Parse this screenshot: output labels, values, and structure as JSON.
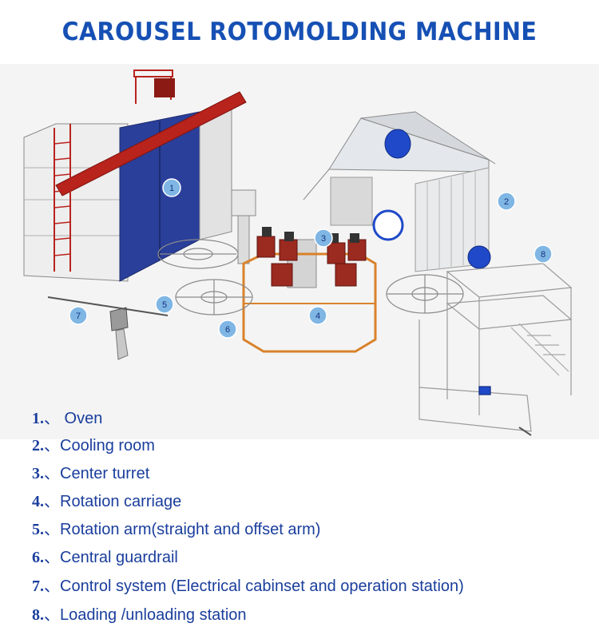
{
  "title": "CAROUSEL  ROTOMOLDING  MACHINE",
  "badges": [
    "1",
    "2",
    "3",
    "4",
    "5",
    "6",
    "7",
    "8"
  ],
  "legend": [
    {
      "num": "1.",
      "sep": "、",
      "label": "  Oven"
    },
    {
      "num": "2.",
      "sep": "、",
      "label": "Cooling room"
    },
    {
      "num": "3.",
      "sep": "、",
      "label": "Center turret"
    },
    {
      "num": "4.",
      "sep": "、",
      "label": "Rotation carriage"
    },
    {
      "num": "5.",
      "sep": "、",
      "label": "Rotation arm(straight and offset arm)"
    },
    {
      "num": "6.",
      "sep": "、",
      "label": "Central guardrail"
    },
    {
      "num": "7.",
      "sep": "、",
      "label": "Control system (Electrical cabinset and operation station)"
    },
    {
      "num": "8.",
      "sep": "、",
      "label": "Loading /unloading station"
    }
  ],
  "colors": {
    "title": "#1650b4",
    "legend": "#1a3e9c",
    "badge_fill": "#7fb6e4",
    "oven_door": "#2a3f9a",
    "frame_red": "#b8231c",
    "carriage_orange": "#d9822b"
  }
}
